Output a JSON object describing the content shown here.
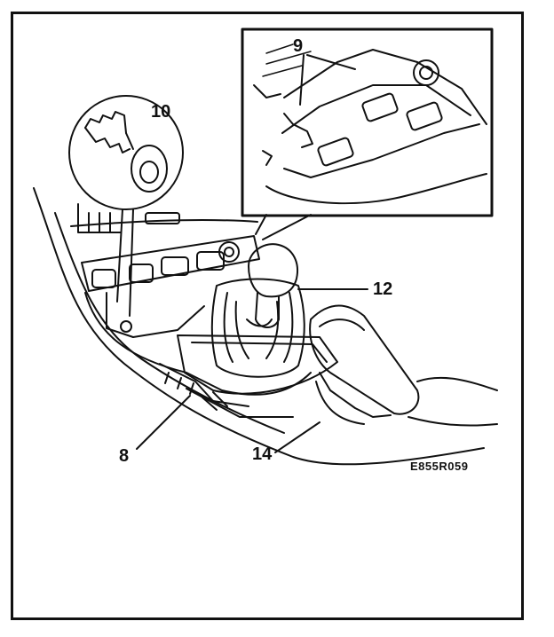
{
  "callouts": {
    "screw": "10",
    "bracket": "9",
    "gear_boot": "12",
    "trim_panel": "8",
    "handbrake_cover": "14"
  },
  "figure_code": "E855R059",
  "colors": {
    "ink": "#111111",
    "paper": "#ffffff"
  }
}
